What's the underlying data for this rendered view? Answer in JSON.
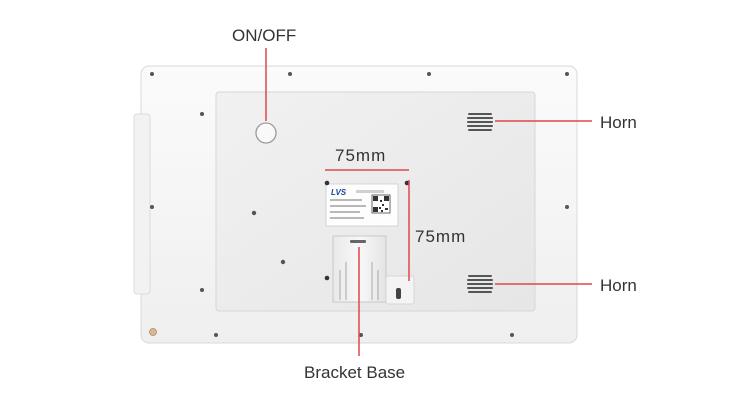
{
  "labels": {
    "on_off": "ON/OFF",
    "horn_top": "Horn",
    "horn_bottom": "Horn",
    "bracket_base": "Bracket Base",
    "dim_horizontal": "75mm",
    "dim_vertical": "75mm"
  },
  "device_label": {
    "brand": "LVS"
  },
  "colors": {
    "callout_line": "#e0464e",
    "device_body": "#f6f6f6",
    "panel": "#ededed",
    "background": "#ffffff"
  }
}
